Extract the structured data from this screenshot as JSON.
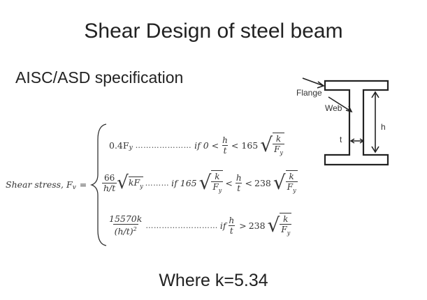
{
  "title": "Shear Design of steel beam",
  "subtitle": "AISC/ASD specification",
  "footer": "Where k=5.34",
  "equation": {
    "lhs": "Shear stress, F",
    "lhs_sub": "v",
    "eq": "=",
    "case1": {
      "coef": "0.4F",
      "sub": "y",
      "dots": "…………………",
      "cond_if": "if 0 <",
      "lt": "<",
      "bound": "165"
    },
    "case2": {
      "num": "66",
      "den": "h/t",
      "kF": "kF",
      "sub": "y",
      "dots": "………",
      "cond_if": "if 165",
      "lt1": "<",
      "lt2": "<",
      "bound": "238"
    },
    "case3": {
      "num": "15570k",
      "den": "(h/t)",
      "den_exp": "2",
      "dots": "………………………",
      "cond_if": "if",
      "gt": ">",
      "bound": "238"
    },
    "h": "h",
    "t": "t",
    "k": "k",
    "Fy": "F",
    "Fy_sub": "y"
  },
  "beam": {
    "flange_label": "Flange",
    "web_label": "Web",
    "h_label": "h",
    "t_label": "t"
  }
}
